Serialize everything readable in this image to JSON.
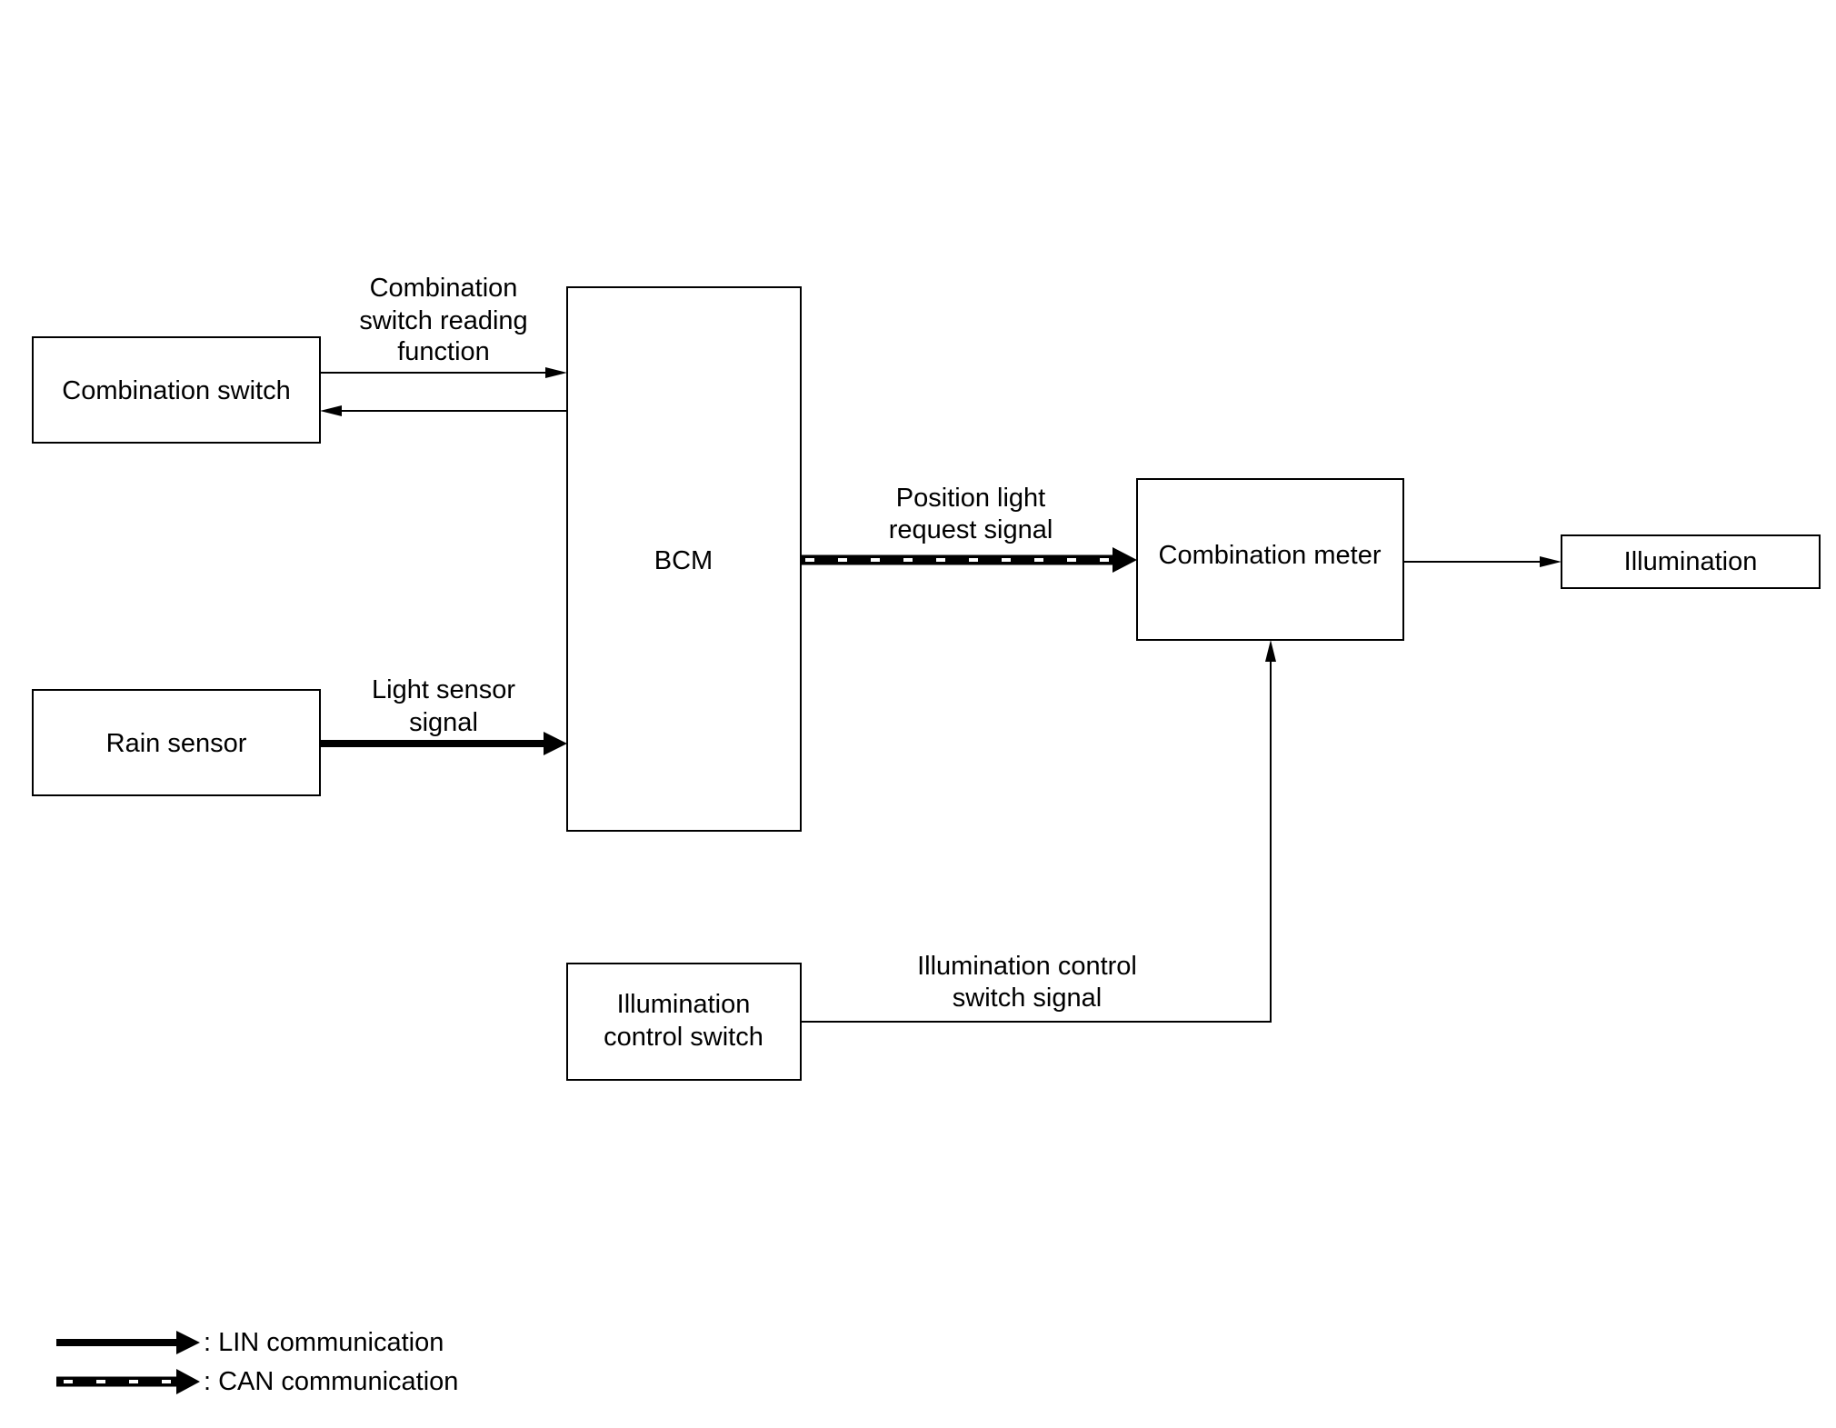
{
  "nodes": {
    "combination_switch": "Combination switch",
    "rain_sensor": "Rain sensor",
    "bcm": "BCM",
    "combination_meter": "Combination meter",
    "illumination": "Illumination",
    "illumination_control_switch": [
      "Illumination",
      "control switch"
    ]
  },
  "signals": {
    "combination_switch_reading": [
      "Combination",
      "switch reading",
      "function"
    ],
    "light_sensor": [
      "Light sensor",
      "signal"
    ],
    "position_light_request": [
      "Position light",
      "request signal"
    ],
    "illumination_control_switch_signal": [
      "Illumination control",
      "switch signal"
    ]
  },
  "legend": {
    "lin": ": LIN communication",
    "can": ": CAN communication"
  }
}
